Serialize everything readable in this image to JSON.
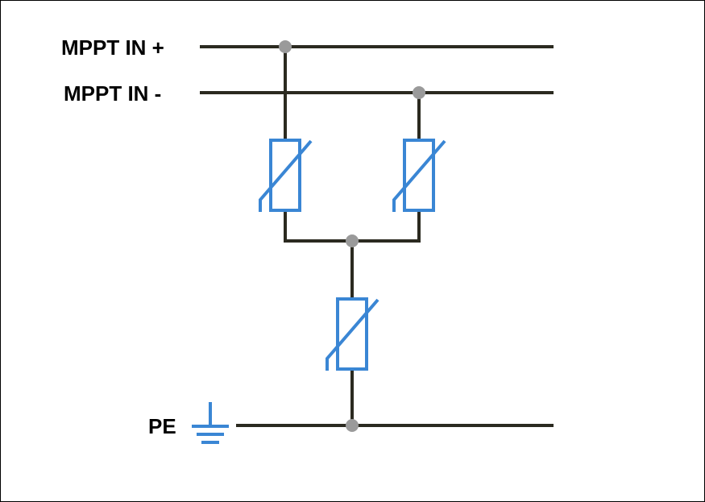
{
  "labels": {
    "mppt_pos": "MPPT IN +",
    "mppt_neg": "MPPT IN -",
    "pe": "PE"
  },
  "colors": {
    "wire": "#2b2a20",
    "junction": "#9a9a9a",
    "varistor": "#3a86d4",
    "ground": "#3a86d4",
    "text": "#000000"
  },
  "components": {
    "varistors": [
      "varistor-positive-to-common",
      "varistor-negative-to-common",
      "varistor-common-to-pe"
    ],
    "ground_symbol": "ground-icon"
  }
}
